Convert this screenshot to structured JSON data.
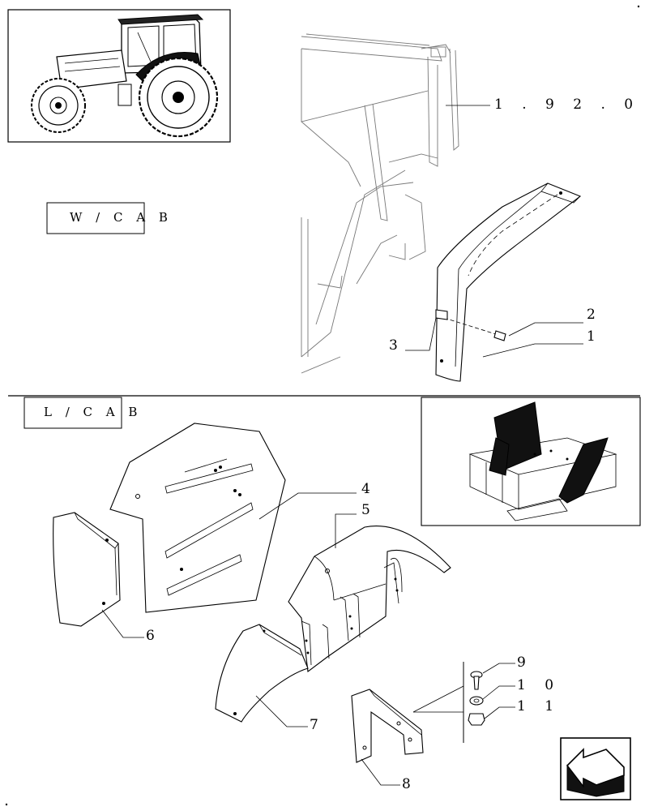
{
  "variants": {
    "with_cab": "W / C A B",
    "low_cab": "L / C A B"
  },
  "reference": "1 . 9 2 . 0",
  "callouts": {
    "c1": "1",
    "c2": "2",
    "c3": "3",
    "c4": "4",
    "c5": "5",
    "c6": "6",
    "c7": "7",
    "c8": "8",
    "c9": "9",
    "c10": "1 0",
    "c11": "1 1"
  },
  "icons": {
    "tractor_thumbnail": "tractor-icon",
    "cab_view_inset": "cab-fenders-icon",
    "navigation": "arrow-left-icon"
  },
  "colors": {
    "line": "#000000",
    "ghost_line": "#777777",
    "highlight_fill": "#111111"
  }
}
